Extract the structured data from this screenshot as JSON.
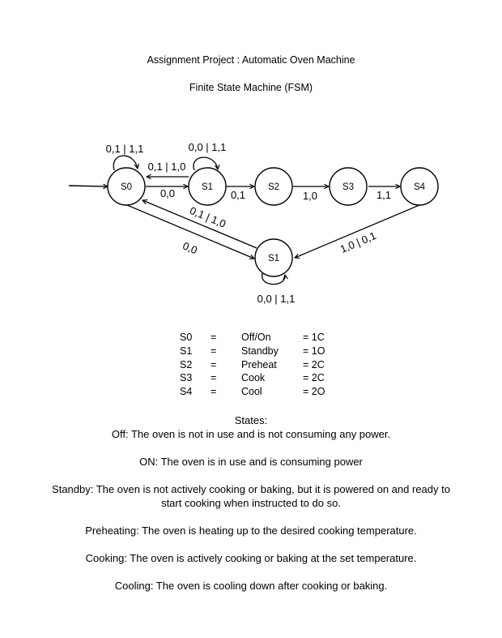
{
  "header": {
    "title": "Assignment Project : Automatic Oven Machine",
    "subtitle": "Finite State Machine (FSM)"
  },
  "diagram": {
    "nodes": [
      {
        "id": "n0",
        "label": "S0"
      },
      {
        "id": "n1",
        "label": "S1"
      },
      {
        "id": "n2",
        "label": "S2"
      },
      {
        "id": "n3",
        "label": "S3"
      },
      {
        "id": "n4",
        "label": "S4"
      },
      {
        "id": "n5",
        "label": "S1"
      }
    ],
    "edges": [
      {
        "from": "n0",
        "to": "n0",
        "label": "0,1 | 1,1"
      },
      {
        "from": "n1",
        "to": "n1",
        "label": "0,0 | 1,1"
      },
      {
        "from": "n1",
        "to": "n0",
        "label": "0,1 | 1,0"
      },
      {
        "from": "n0",
        "to": "n1",
        "label": "0,0"
      },
      {
        "from": "n1",
        "to": "n2",
        "label": "0,1"
      },
      {
        "from": "n2",
        "to": "n3",
        "label": "1,0"
      },
      {
        "from": "n3",
        "to": "n4",
        "label": "1,1"
      },
      {
        "from": "n5",
        "to": "n0",
        "label": "0,1 | 1,0"
      },
      {
        "from": "n0",
        "to": "n5",
        "label": "0,0"
      },
      {
        "from": "n4",
        "to": "n5",
        "label": "1,0 | 0,1"
      },
      {
        "from": "n5",
        "to": "n5",
        "label": "0,0 | 1,1"
      }
    ]
  },
  "legend": {
    "rows": [
      {
        "state": "S0",
        "eq": "=",
        "name": "Off/On",
        "code": "= 1C"
      },
      {
        "state": "S1",
        "eq": "=",
        "name": "Standby",
        "code": "= 1O"
      },
      {
        "state": "S2",
        "eq": "=",
        "name": "Preheat",
        "code": "= 2C"
      },
      {
        "state": "S3",
        "eq": "=",
        "name": "Cook",
        "code": "= 2C"
      },
      {
        "state": "S4",
        "eq": "=",
        "name": "Cool",
        "code": "= 2O"
      }
    ]
  },
  "states": {
    "heading": "States:",
    "items": [
      "Off: The oven is not in use and is not consuming any power.",
      "ON: The oven is in use and is consuming power",
      "Standby: The oven is not actively cooking or baking, but it is powered on and ready to start cooking when instructed to do so.",
      "Preheating: The oven is heating up to the desired cooking temperature.",
      "Cooking: The oven is actively cooking or baking at the set temperature.",
      "Cooling: The oven is cooling down after cooking or baking."
    ]
  }
}
